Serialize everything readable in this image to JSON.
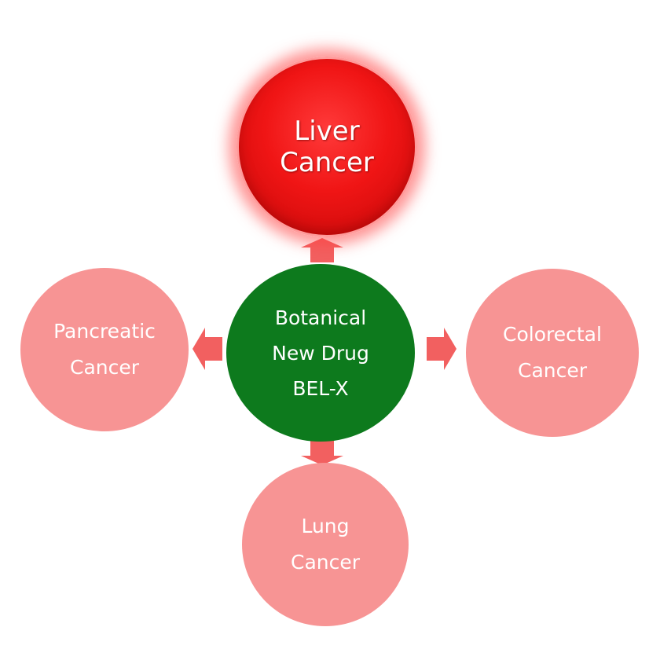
{
  "colors": {
    "center": "#0d7a1d",
    "highlight": "#f01515",
    "node": "#f79494",
    "arrow": "#f26060",
    "text": "#ffffff"
  },
  "center": {
    "lines": [
      "Botanical",
      "New Drug",
      "BEL-X"
    ]
  },
  "targets": {
    "liver": {
      "lines": [
        "Liver",
        "Cancer"
      ]
    },
    "pancreatic": {
      "lines": [
        "Pancreatic",
        "Cancer"
      ]
    },
    "colorectal": {
      "lines": [
        "Colorectal",
        "Cancer"
      ]
    },
    "lung": {
      "lines": [
        "Lung",
        "Cancer"
      ]
    }
  },
  "arrows": [
    {
      "from": "center",
      "to": "liver",
      "icon": "arrow-up-icon"
    },
    {
      "from": "center",
      "to": "pancreatic",
      "icon": "arrow-left-icon"
    },
    {
      "from": "center",
      "to": "colorectal",
      "icon": "arrow-right-icon"
    },
    {
      "from": "center",
      "to": "lung",
      "icon": "arrow-down-icon"
    }
  ]
}
